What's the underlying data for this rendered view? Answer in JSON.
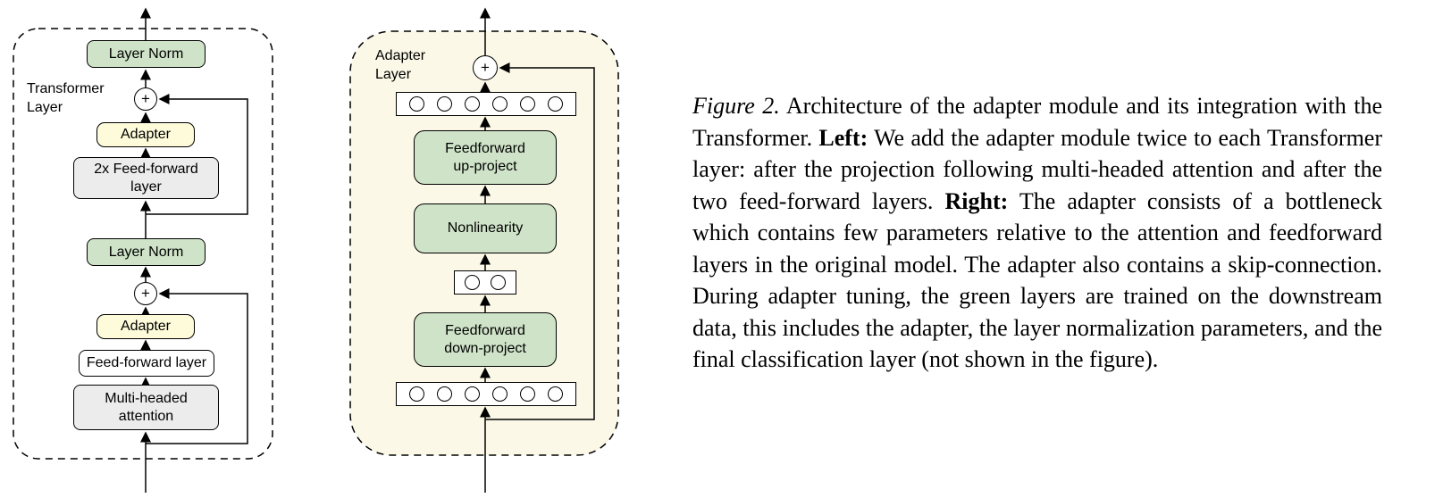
{
  "figure": {
    "plus_sign": "+",
    "left_diagram": {
      "label": "Transformer\nLayer",
      "layer_norm_top": "Layer Norm",
      "adapter_top": "Adapter",
      "feedforward_2x": "2x Feed-forward\nlayer",
      "layer_norm_bottom": "Layer Norm",
      "adapter_bottom": "Adapter",
      "feedforward": "Feed-forward layer",
      "attention": "Multi-headed\nattention"
    },
    "adapter_diagram": {
      "label": "Adapter\nLayer",
      "up_project": "Feedforward\nup-project",
      "nonlinearity": "Nonlinearity",
      "down_project": "Feedforward\ndown-project"
    }
  },
  "caption": {
    "figure_label": "Figure 2.",
    "intro": " Architecture of the adapter module and its integration with the Transformer. ",
    "left_label": "Left:",
    "left_text": " We add the adapter module twice to each Transformer layer: after the projection following multi-headed attention and after the two feed-forward layers. ",
    "right_label": "Right:",
    "right_text": " The adapter consists of a bottleneck which contains few parameters relative to the attention and feedforward layers in the original model. The adapter also contains a skip-connection. During adapter tuning, the green layers are trained on the downstream data, this includes the adapter, the layer normalization parameters, and the final classification layer (not shown in the figure)."
  },
  "colors": {
    "green_box": "#cfe3c8",
    "yellow_box": "#fdfbd9",
    "gray_box": "#ececec",
    "cream_bg": "#fbf8e7",
    "line": "#000000"
  }
}
